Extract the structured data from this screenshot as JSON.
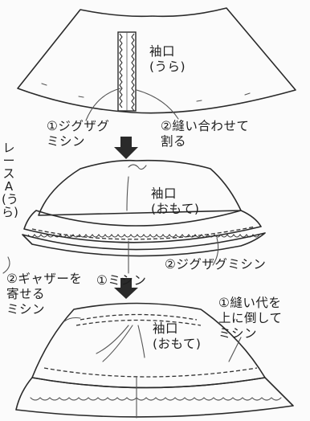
{
  "step1": {
    "sleeve_label": "袖口\n(うら)",
    "zigzag_label": "①ジグザグ\nミシン",
    "press_label": "②縫い合わせて\n割る"
  },
  "step2": {
    "sleeve_label": "袖口\n(おもて)",
    "lace_label": "レースA(うら)",
    "machine_label": "①ミシン",
    "zigzag_label": "②ジグザグミシン"
  },
  "step3": {
    "gather_label": "②ギャザーを\n寄せる\nミシン",
    "seam_label": "①縫い代を\n上に倒して\nミシン",
    "sleeve_label": "袖口\n(おもて)"
  },
  "colors": {
    "ink": "#1e1e1e",
    "paper": "#fbfbfb",
    "arrow": "#2a2a2a"
  }
}
